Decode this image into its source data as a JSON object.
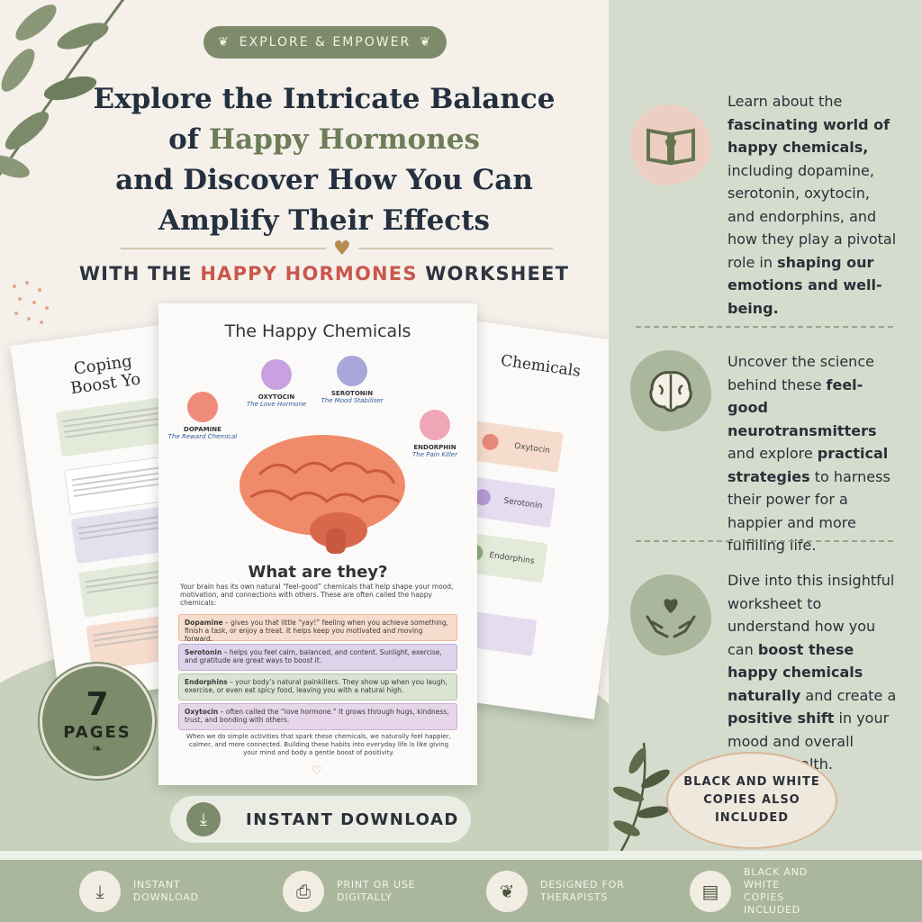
{
  "header": {
    "pill": "EXPLORE & EMPOWER",
    "headline_line1": "Explore the Intricate Balance",
    "headline_of": "of ",
    "headline_accent": "Happy Hormones",
    "headline_line3": "and Discover How You Can",
    "headline_line4": "Amplify Their Effects",
    "sub_prefix": "WITH THE ",
    "sub_accent": "HAPPY HORMONES",
    "sub_suffix": " WORKSHEET"
  },
  "preview": {
    "back_left_title": "Coping\nBoost Yo",
    "back_right_title": "Chemicals",
    "back_right_items": [
      "Oxytocin",
      "Serotonin",
      "Endorphins"
    ],
    "front": {
      "title": "The Happy Chemicals",
      "chemicals": [
        {
          "name": "DOPAMINE",
          "role": "The Reward Chemical"
        },
        {
          "name": "OXYTOCIN",
          "role": "The Love Hormone"
        },
        {
          "name": "SEROTONIN",
          "role": "The Mood Stabiliser"
        },
        {
          "name": "ENDORPHIN",
          "role": "The Pain Killer"
        }
      ],
      "what_title": "What are they?",
      "intro": "Your brain has its own natural “feel-good” chemicals that help shape your mood, motivation, and connections with others. These are often called the happy chemicals:",
      "boxes": [
        {
          "term": "Dopamine",
          "text": " – gives you that little “yay!” feeling when you achieve something, finish a task, or enjoy a treat. It helps keep you motivated and moving forward.",
          "color": "#f6dccd"
        },
        {
          "term": "Serotonin",
          "text": " – helps you feel calm, balanced, and content. Sunlight, exercise, and gratitude are great ways to boost it.",
          "color": "#ddd3ea"
        },
        {
          "term": "Endorphins",
          "text": " – your body’s natural painkillers. They show up when you laugh, exercise, or even eat spicy food, leaving you with a natural high.",
          "color": "#dbe3d2"
        },
        {
          "term": "Oxytocin",
          "text": " – often called the “love hormone.” It grows through hugs, kindness, trust, and bonding with others.",
          "color": "#e7d5ea"
        }
      ],
      "outro": "When we do simple activities that spark these chemicals, we naturally feel happier, calmer, and more connected. Building these habits into everyday life is like giving your mind and body a gentle boost of positivity."
    }
  },
  "badge": {
    "number": "7",
    "label": "PAGES"
  },
  "download_button": "INSTANT DOWNLOAD",
  "features": [
    {
      "icon": "book-heart-icon",
      "pre": "Learn about the ",
      "bold": "fascinating world of happy chemicals,",
      "mid": " including dopamine, serotonin, oxytocin, and endorphins, and how they play a pivotal role in ",
      "bold2": "shaping our emotions and well-being.",
      "post": ""
    },
    {
      "icon": "brain-icon",
      "pre": "Uncover the science behind these ",
      "bold": "feel-good neurotransmitters",
      "mid": " and explore ",
      "bold2": "practical strategies",
      "post": " to harness their power for a happier and more fulfilling life."
    },
    {
      "icon": "hands-heart-icon",
      "pre": "Dive into this insightful worksheet to understand how you can ",
      "bold": "boost these happy chemicals naturally",
      "mid": " and create a ",
      "bold2": "positive shift",
      "post": " in your mood and overall mental health."
    }
  ],
  "bw_note": "BLACK AND WHITE\nCOPIES ALSO\nINCLUDED",
  "footer": [
    {
      "icon": "download-icon",
      "label": "INSTANT\nDOWNLOAD"
    },
    {
      "icon": "printer-icon",
      "label": "PRINT OR USE\nDIGITALLY"
    },
    {
      "icon": "leaf-icon",
      "label": "DESIGNED FOR\nTHERAPISTS"
    },
    {
      "icon": "document-icon",
      "label": "BLACK AND WHITE\nCOPIES INCLUDED"
    }
  ],
  "colors": {
    "sage": "#7c8b69",
    "accent_red": "#c9574d",
    "cream": "#f5f0ea"
  }
}
